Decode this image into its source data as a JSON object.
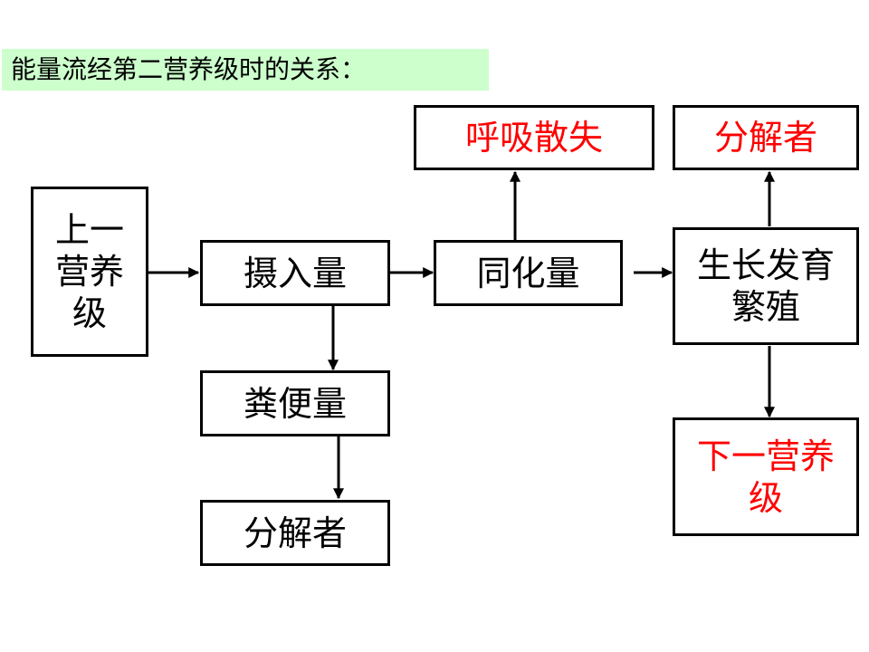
{
  "title": "能量流经第二营养级时的关系：",
  "nodes": {
    "prev_level": "上一营养级",
    "intake": "摄入量",
    "assimilation": "同化量",
    "growth": "生长发育繁殖",
    "respiration": "呼吸散失",
    "decomposer_top": "分解者",
    "feces": "粪便量",
    "decomposer_bottom": "分解者",
    "next_level": "下一营养级"
  },
  "colors": {
    "highlight": "#ff0000",
    "title_bg": "#ccffcc",
    "text": "#000000"
  }
}
